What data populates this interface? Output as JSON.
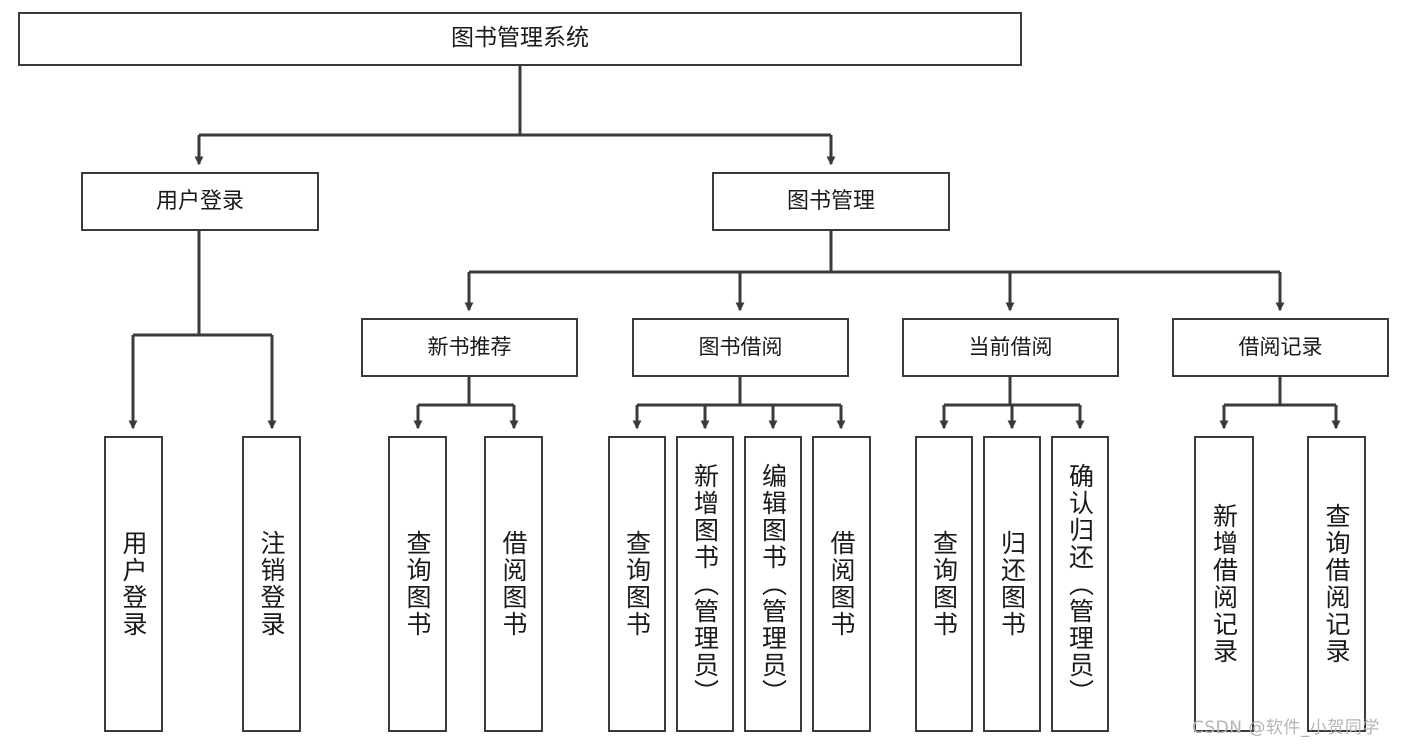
{
  "diagram": {
    "title": "图书管理系统",
    "type": "tree",
    "watermark": "CSDN @软件_小贺同学",
    "colors": {
      "stroke": "#3a3a3a",
      "fill": "#ffffff",
      "text": "#1a1a1a",
      "watermark": "#b4b4b4"
    }
  },
  "nodes": {
    "root": {
      "label": "图书管理系统"
    },
    "level1": [
      {
        "id": "user-login",
        "label": "用户登录"
      },
      {
        "id": "book-manage",
        "label": "图书管理"
      }
    ],
    "level2": [
      {
        "id": "new-book-recommend",
        "label": "新书推荐"
      },
      {
        "id": "book-borrow",
        "label": "图书借阅"
      },
      {
        "id": "current-borrow",
        "label": "当前借阅"
      },
      {
        "id": "borrow-record",
        "label": "借阅记录"
      }
    ],
    "leaves": [
      {
        "id": "leaf-user-login",
        "label": "用户登录",
        "parent": "user-login"
      },
      {
        "id": "leaf-user-logout",
        "label": "注销登录",
        "parent": "user-login"
      },
      {
        "id": "leaf-query-book-1",
        "label": "查询图书",
        "parent": "new-book-recommend"
      },
      {
        "id": "leaf-borrow-book-1",
        "label": "借阅图书",
        "parent": "new-book-recommend"
      },
      {
        "id": "leaf-query-book-2",
        "label": "查询图书",
        "parent": "book-borrow"
      },
      {
        "id": "leaf-add-book",
        "label": "新增图书（管理员）",
        "parent": "book-borrow"
      },
      {
        "id": "leaf-edit-book",
        "label": "编辑图书（管理员）",
        "parent": "book-borrow"
      },
      {
        "id": "leaf-borrow-book-2",
        "label": "借阅图书",
        "parent": "book-borrow"
      },
      {
        "id": "leaf-query-book-3",
        "label": "查询图书",
        "parent": "current-borrow"
      },
      {
        "id": "leaf-return-book",
        "label": "归还图书",
        "parent": "current-borrow"
      },
      {
        "id": "leaf-confirm-return",
        "label": "确认归还（管理员）",
        "parent": "current-borrow"
      },
      {
        "id": "leaf-add-record",
        "label": "新增借阅记录",
        "parent": "borrow-record"
      },
      {
        "id": "leaf-query-record",
        "label": "查询借阅记录",
        "parent": "borrow-record"
      }
    ]
  }
}
